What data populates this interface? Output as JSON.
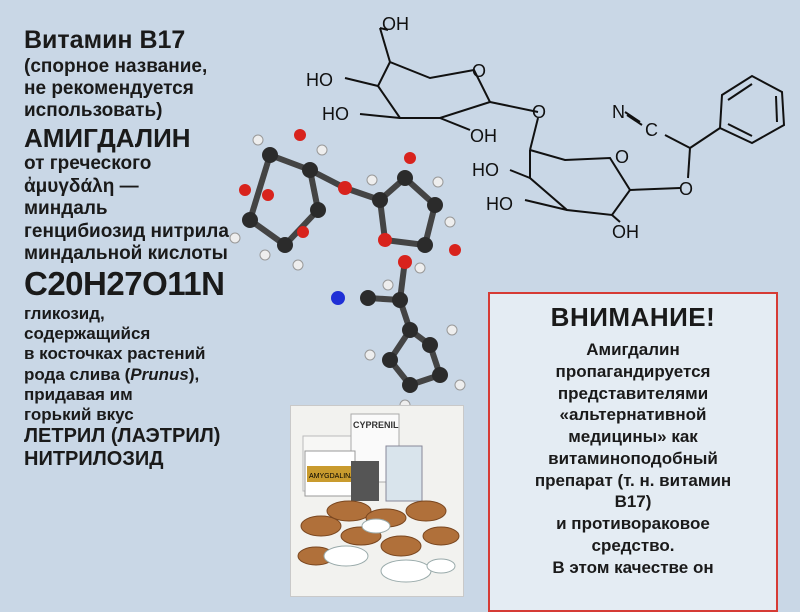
{
  "left": {
    "title": "Витамин B17",
    "sub1": "(спорное название,",
    "sub2": "не рекомендуется",
    "sub3": "использовать)",
    "name": "АМИГДАЛИН",
    "greek1": "от греческого",
    "greek2": "ἀμυγδάλη —",
    "greek3": "миндаль",
    "desc1": "генцибиозид нитрила",
    "desc2": "миндальной кислоты",
    "formula": "C20H27O11N",
    "l1": "гликозид,",
    "l2": "содержащийся",
    "l3": "в косточках растений",
    "l4_pre": "рода слива (",
    "l4_it": "Prunus",
    "l4_post": "),",
    "l5": "придавая им",
    "l6": "горький вкус",
    "n1": "ЛЕТРИЛ (ЛАЭТРИЛ)",
    "n2": "НИТРИЛОЗИД"
  },
  "structure": {
    "oh1": "OH",
    "ho1": "HO",
    "ho2": "HO",
    "oh2": "OH",
    "o1": "O",
    "o2": "O",
    "ho3": "HO",
    "ho4": "HO",
    "oh3": "OH",
    "o3": "O",
    "o4": "O",
    "n": "N",
    "c": "C"
  },
  "warning": {
    "head": "ВНИМАНИЕ!",
    "lines": [
      "Амигдалин",
      "пропагандируется",
      "представителями",
      "«альтернативной",
      "медицины» как",
      "витаминоподобный",
      "препарат (т. н. витамин",
      "B17)",
      "и противораковое",
      "средство.",
      "В этом качестве он"
    ]
  },
  "photo": {
    "label1": "CYPRENIL",
    "label2": "AMYGDALINA"
  }
}
